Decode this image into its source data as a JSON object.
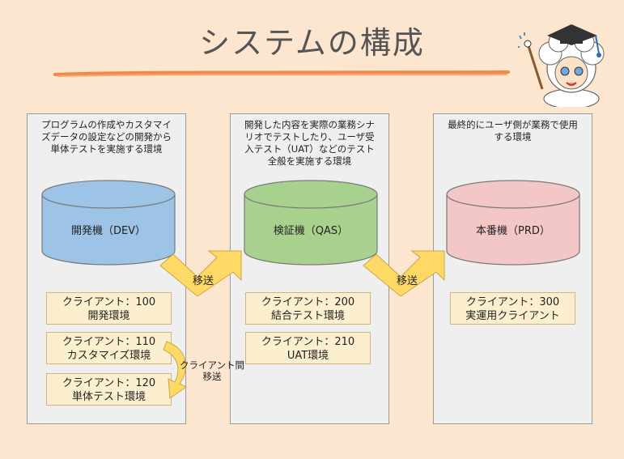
{
  "title": "システムの構成",
  "environments": [
    {
      "desc_lines": [
        "プログラムの作成やカスタマイ",
        "ズデータの設定などの開発から",
        "単体テストを実施する環境"
      ],
      "db_label": "開発機（DEV）",
      "db_color": "#9dc3e6",
      "clients": [
        {
          "line1": "クライアント：100",
          "line2": "開発環境"
        },
        {
          "line1": "クライアント：110",
          "line2": "カスタマイズ環境"
        },
        {
          "line1": "クライアント：120",
          "line2": "単体テスト環境"
        }
      ]
    },
    {
      "desc_lines": [
        "開発した内容を実際の業務シナ",
        "リオでテストしたり、ユーザ受",
        "入テスト（UAT）などのテスト",
        "全般を実施する環境"
      ],
      "db_label": "検証機（QAS）",
      "db_color": "#a9d18e",
      "clients": [
        {
          "line1": "クライアント：200",
          "line2": "結合テスト環境"
        },
        {
          "line1": "クライアント：210",
          "line2": "UAT環境"
        }
      ]
    },
    {
      "desc_lines": [
        "最終的にユーザ側が業務で使用",
        "する環境"
      ],
      "db_label": "本番機（PRD）",
      "db_color": "#f4c7c7",
      "clients": [
        {
          "line1": "クライアント：300",
          "line2": "実運用クライアント"
        }
      ]
    }
  ],
  "transport_label": "移送",
  "client_transport_label": [
    "クライアント間",
    "移送"
  ],
  "arrow_color": "#ffd966"
}
